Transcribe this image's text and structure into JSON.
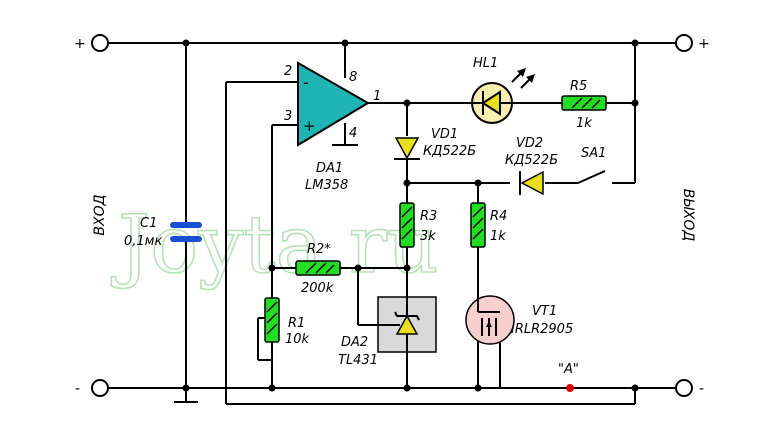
{
  "watermark": "Joyta.ru",
  "terminals": {
    "plus_left": "+",
    "minus_left": "-",
    "plus_right": "+",
    "minus_right": "-",
    "input_label": "ВХОД",
    "output_label": "ВЫХОД"
  },
  "components": {
    "c1": {
      "ref": "C1",
      "value": "0,1мк"
    },
    "da1": {
      "ref": "DA1",
      "part": "LM358",
      "pin_inv": "2",
      "pin_noninv": "3",
      "pin_out": "1",
      "pin_vcc": "8",
      "pin_gnd": "4",
      "sign_minus": "-",
      "sign_plus": "+"
    },
    "hl1": {
      "ref": "HL1"
    },
    "r5": {
      "ref": "R5",
      "value": "1k"
    },
    "vd1": {
      "ref": "VD1",
      "part": "КД522Б"
    },
    "vd2": {
      "ref": "VD2",
      "part": "КД522Б"
    },
    "sa1": {
      "ref": "SA1"
    },
    "r3": {
      "ref": "R3",
      "value": "3k"
    },
    "r4": {
      "ref": "R4",
      "value": "1k"
    },
    "r2": {
      "ref": "R2*",
      "value": "200k"
    },
    "r1": {
      "ref": "R1",
      "value": "10k"
    },
    "da2": {
      "ref": "DA2",
      "part": "TL431"
    },
    "vt1": {
      "ref": "VT1",
      "part": "IRLR2905"
    },
    "point_a": "\"A\""
  },
  "colors": {
    "wire": "#000000",
    "opamp": "#1fb5b5",
    "resistor": "#22dd22",
    "diode": "#eadf1c",
    "led_body": "#f7efb0",
    "capacitor": "#1a4fd6",
    "tl431_box": "#d9d9d9",
    "mosfet": "#f7cfcf",
    "point_a": "#e00000",
    "watermark": "#b6e3b6"
  }
}
